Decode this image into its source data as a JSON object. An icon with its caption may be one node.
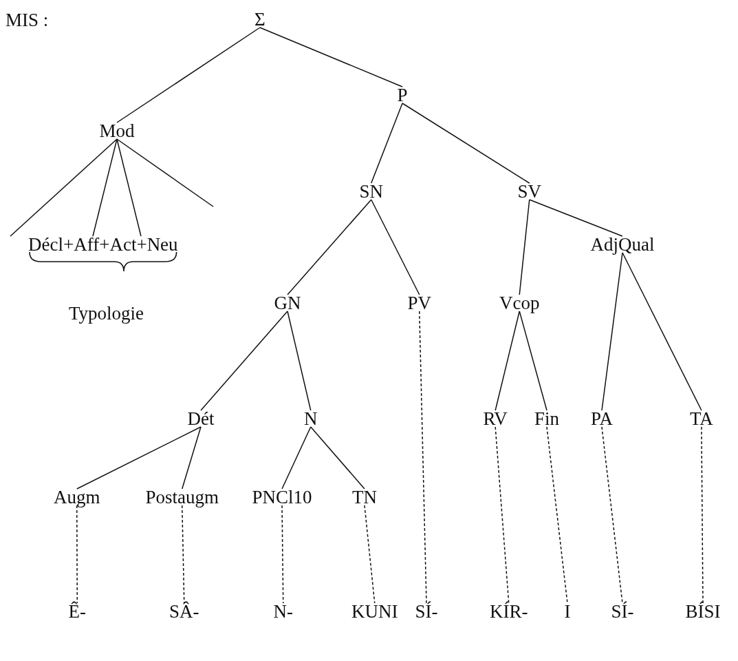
{
  "diagram": {
    "nodes": [
      {
        "text": [
          "Σ"
        ]
      },
      {
        "text": [
          "P"
        ]
      },
      {
        "text": [
          "Mod"
        ]
      },
      {
        "text": [
          "Décl+Aff+Act+Neu"
        ]
      },
      {
        "text": [
          "SN"
        ]
      },
      {
        "text": [
          "SV"
        ]
      },
      {
        "text": [
          "AdjQual"
        ]
      },
      {
        "text": [
          "GN"
        ]
      },
      {
        "text": [
          "PV"
        ]
      },
      {
        "text": [
          "Vcop"
        ]
      },
      {
        "text": [
          "Dét"
        ]
      },
      {
        "text": [
          "N"
        ]
      },
      {
        "text": [
          "RV"
        ]
      },
      {
        "text": [
          "Fin"
        ]
      },
      {
        "text": [
          "PA"
        ]
      },
      {
        "text": [
          "TA"
        ]
      },
      {
        "text": [
          "Augm"
        ]
      },
      {
        "text": [
          "Postaugm"
        ]
      },
      {
        "text": [
          "PNCl10"
        ]
      },
      {
        "text": [
          "TN"
        ]
      },
      {
        "text": [
          "Ê-"
        ]
      },
      {
        "text": [
          "SÂ-"
        ]
      },
      {
        "text": [
          "N-"
        ]
      },
      {
        "text": [
          "KUNI"
        ]
      },
      {
        "text": [
          "SÍ-"
        ]
      },
      {
        "text": [
          "KÍR-"
        ]
      },
      {
        "text": [
          "I"
        ]
      },
      {
        "text": [
          "SÍ-"
        ]
      },
      {
        "text": [
          "BÍSI"
        ]
      }
    ],
    "edges": [
      {
        "from": 0,
        "to": 2,
        "arrow": "none"
      },
      {
        "from": 0,
        "to": 1,
        "arrow": "none"
      },
      {
        "from": 2,
        "to": 3,
        "arrow": "none"
      },
      {
        "from": 2,
        "to": 3,
        "arrow": "none"
      },
      {
        "from": 2,
        "to": 3,
        "arrow": "none"
      },
      {
        "from": 2,
        "to": null,
        "arrow": "none"
      },
      {
        "from": 1,
        "to": 4,
        "arrow": "none"
      },
      {
        "from": 1,
        "to": 5,
        "arrow": "none"
      },
      {
        "from": 5,
        "to": 6,
        "arrow": "none"
      },
      {
        "from": 4,
        "to": 7,
        "arrow": "none"
      },
      {
        "from": 4,
        "to": 8,
        "arrow": "none"
      },
      {
        "from": 5,
        "to": 9,
        "arrow": "none"
      },
      {
        "from": 7,
        "to": 10,
        "arrow": "none"
      },
      {
        "from": 7,
        "to": 11,
        "arrow": "none"
      },
      {
        "from": 9,
        "to": 12,
        "arrow": "none"
      },
      {
        "from": 9,
        "to": 13,
        "arrow": "none"
      },
      {
        "from": 6,
        "to": 14,
        "arrow": "none"
      },
      {
        "from": 6,
        "to": 15,
        "arrow": "none"
      },
      {
        "from": 10,
        "to": 16,
        "arrow": "none"
      },
      {
        "from": 10,
        "to": 17,
        "arrow": "none"
      },
      {
        "from": 11,
        "to": 18,
        "arrow": "none"
      },
      {
        "from": 11,
        "to": 19,
        "arrow": "none"
      },
      {
        "from": 16,
        "to": 20,
        "arrow": "none",
        "style": "dashed"
      },
      {
        "from": 17,
        "to": 21,
        "arrow": "none",
        "style": "dashed"
      },
      {
        "from": 18,
        "to": 22,
        "arrow": "none",
        "style": "dashed"
      },
      {
        "from": 19,
        "to": 23,
        "arrow": "none",
        "style": "dashed"
      },
      {
        "from": 8,
        "to": 24,
        "arrow": "none",
        "style": "dashed"
      },
      {
        "from": 12,
        "to": 25,
        "arrow": "none",
        "style": "dashed"
      },
      {
        "from": 13,
        "to": 26,
        "arrow": "none",
        "style": "dashed"
      },
      {
        "from": 14,
        "to": 27,
        "arrow": "none",
        "style": "dashed"
      },
      {
        "from": 15,
        "to": 28,
        "arrow": "none",
        "style": "dashed"
      }
    ],
    "labels": [
      "MIS :",
      "Typologie"
    ]
  }
}
